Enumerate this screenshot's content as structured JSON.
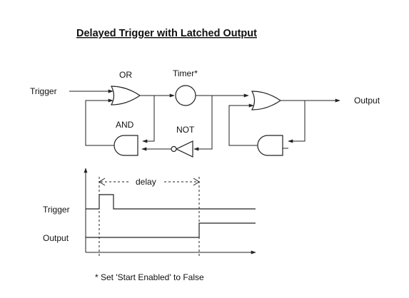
{
  "title": "Delayed Trigger with Latched Output",
  "circuit": {
    "input_label": "Trigger",
    "output_label": "Output",
    "gates": {
      "or_label": "OR",
      "timer_label": "Timer*",
      "and_label": "AND",
      "not_label": "NOT"
    }
  },
  "timing": {
    "delay_label": "delay",
    "trigger_label": "Trigger",
    "output_label": "Output"
  },
  "footnote": "* Set 'Start Enabled' to False"
}
